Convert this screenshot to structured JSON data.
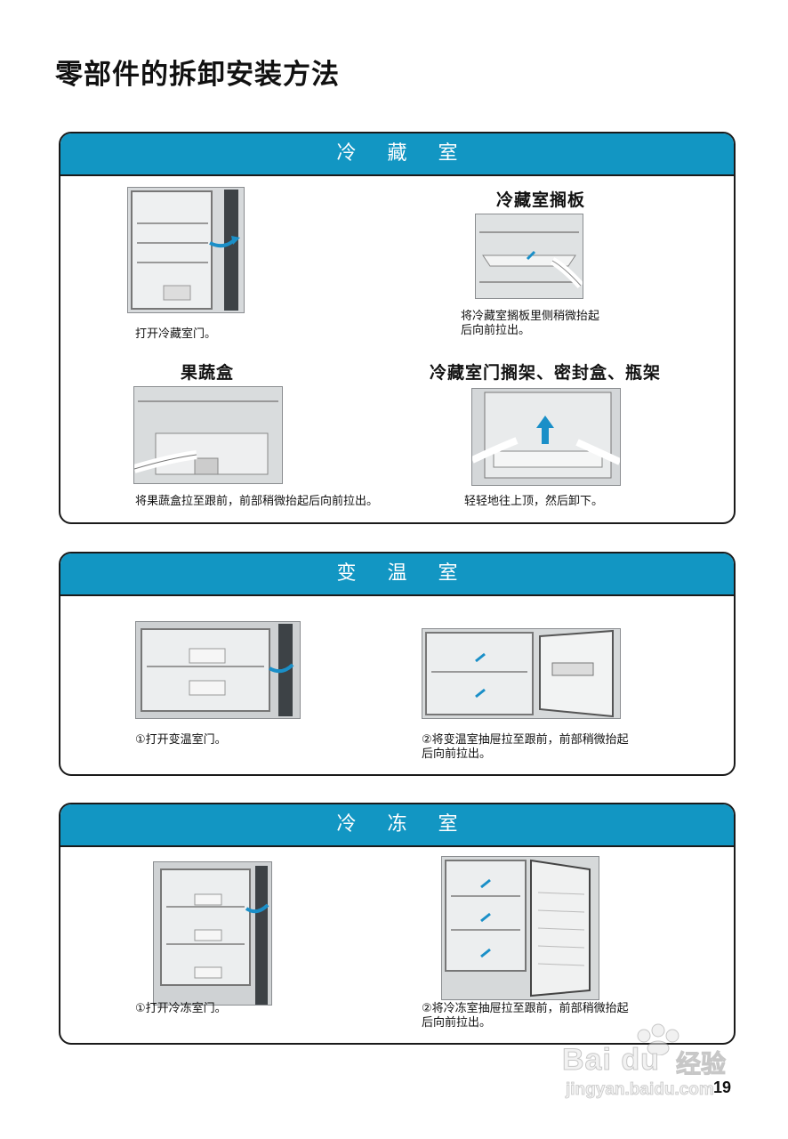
{
  "page": {
    "title": "零部件的拆卸安装方法",
    "page_number": "19"
  },
  "sections": {
    "fridge": {
      "header": "冷 藏 室",
      "step_open_caption": "打开冷藏室门。",
      "shelf_title": "冷藏室搁板",
      "shelf_caption": "将冷藏室搁板里侧稍微抬起\n后向前拉出。",
      "crisper_title": "果蔬盒",
      "crisper_caption": "将果蔬盒拉至跟前，前部稍微抬起后向前拉出。",
      "door_rack_title": "冷藏室门搁架、密封盒、瓶架",
      "door_rack_caption": "轻轻地往上顶，然后卸下。"
    },
    "convertible": {
      "header": "变 温 室",
      "step1_caption": "①打开变温室门。",
      "step2_caption": "②将变温室抽屉拉至跟前，前部稍微抬起\n   后向前拉出。"
    },
    "freezer": {
      "header": "冷 冻 室",
      "step1_caption": "①打开冷冻室门。",
      "step2_caption": "②将冷冻室抽屉拉至跟前，前部稍微抬起\n   后向前拉出。"
    }
  },
  "watermark": {
    "brand": "Bai du",
    "brand_cn": "经验",
    "url": "jingyan.baidu.com"
  },
  "colors": {
    "header_blue": "#1296c3",
    "arrow_blue": "#1a8fc8",
    "border": "#1a1a1a"
  }
}
